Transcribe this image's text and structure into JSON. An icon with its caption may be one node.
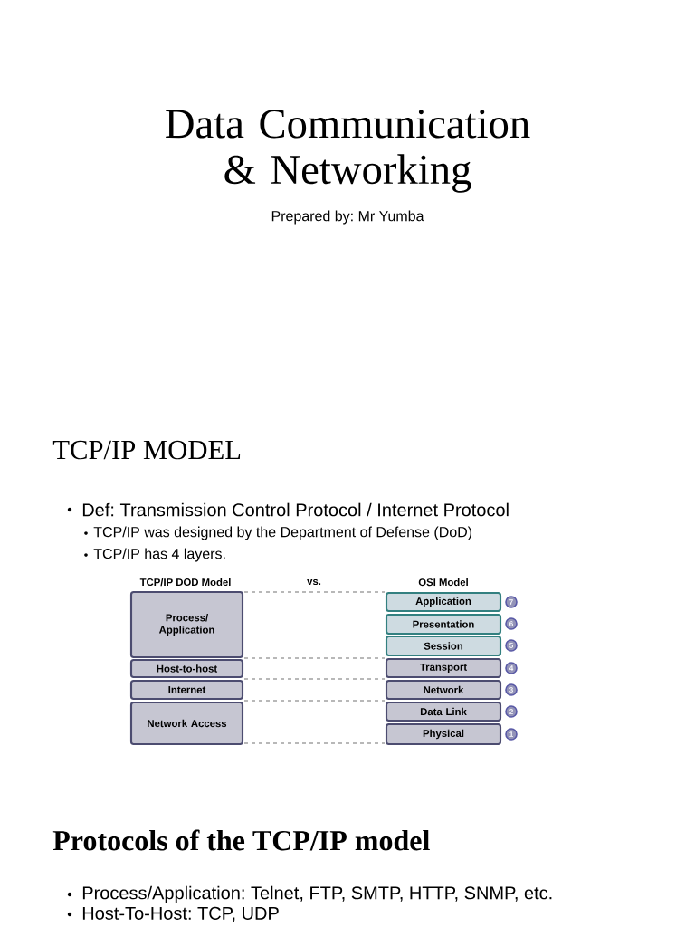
{
  "diagram": {
    "title": "Data Communication & Networking",
    "nodes": [
      {
        "text": [
          "Process/ Application"
        ]
      },
      {
        "text": [
          "Host-to-host"
        ]
      },
      {
        "text": [
          "Internet"
        ]
      },
      {
        "text": [
          "Network Access"
        ]
      },
      {
        "text": [
          "Application"
        ]
      },
      {
        "text": [
          "Presentation"
        ]
      },
      {
        "text": [
          "Session"
        ]
      },
      {
        "text": [
          "Transport"
        ]
      },
      {
        "text": [
          "Network"
        ]
      },
      {
        "text": [
          "Data Link"
        ]
      },
      {
        "text": [
          "Physical"
        ]
      },
      {
        "text": [
          "7"
        ]
      },
      {
        "text": [
          "6"
        ]
      },
      {
        "text": [
          "5"
        ]
      },
      {
        "text": [
          "4"
        ]
      },
      {
        "text": [
          "3"
        ]
      },
      {
        "text": [
          "2"
        ]
      },
      {
        "text": [
          "1"
        ]
      }
    ],
    "labels": [
      "Prepared by: Mr Yumba",
      "TCP/IP MODEL",
      "Def: Transmission Control Protocol / Internet Protocol",
      "TCP/IP was designed by the Department of Defense (DoD)",
      "TCP/IP has 4 layers.",
      "TCP/IP DOD Model",
      "vs.",
      "OSI Model",
      "Protocols of the TCP/IP model",
      "Process/Application: Telnet, FTP, SMTP, HTTP, SNMP, etc.",
      "Host-To-Host: TCP, UDP"
    ]
  }
}
